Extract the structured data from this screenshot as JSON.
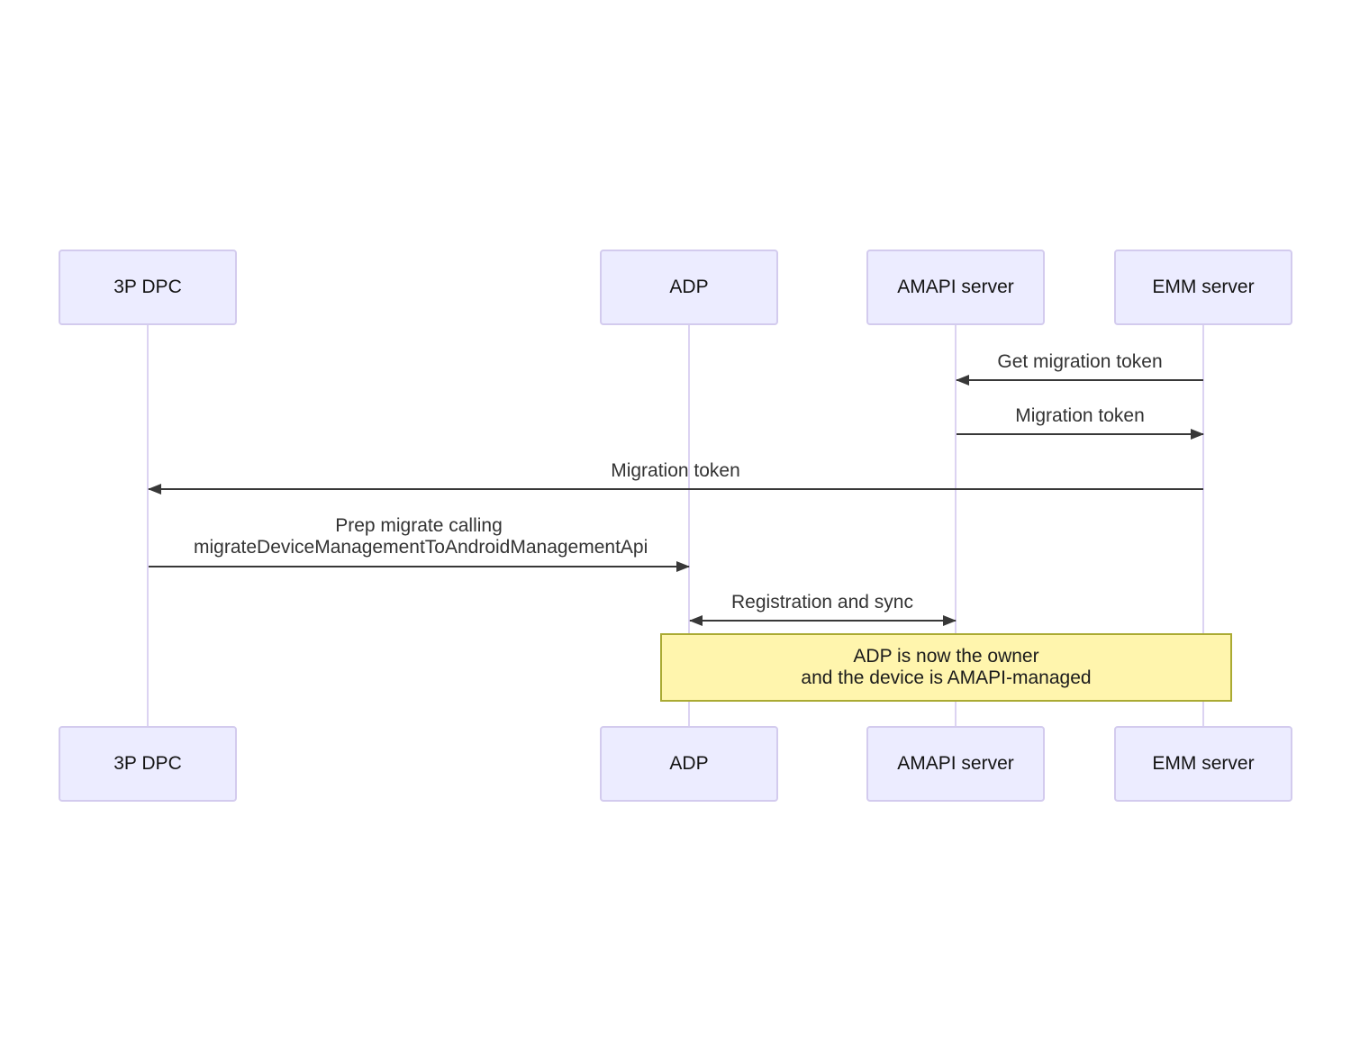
{
  "diagram_type": "sequence-diagram",
  "actors": [
    {
      "label": "3P DPC"
    },
    {
      "label": "ADP"
    },
    {
      "label": "AMAPI server"
    },
    {
      "label": "EMM server"
    }
  ],
  "messages": [
    {
      "from": "EMM server",
      "to": "AMAPI server",
      "direction": "left",
      "lines": [
        "Get migration token"
      ]
    },
    {
      "from": "AMAPI server",
      "to": "EMM server",
      "direction": "right",
      "lines": [
        "Migration token"
      ]
    },
    {
      "from": "EMM server",
      "to": "3P DPC",
      "direction": "left",
      "lines": [
        "Migration token"
      ]
    },
    {
      "from": "3P DPC",
      "to": "ADP",
      "direction": "right",
      "lines": [
        "Prep migrate calling",
        "migrateDeviceManagementToAndroidManagementApi"
      ]
    },
    {
      "from": "ADP",
      "to": "AMAPI server",
      "direction": "both",
      "lines": [
        "Registration and sync"
      ]
    }
  ],
  "note": {
    "over": [
      "ADP",
      "EMM server"
    ],
    "lines": [
      "ADP is now the owner",
      "and the device is AMAPI-managed"
    ]
  },
  "colors": {
    "actor_fill": "#ECECFF",
    "actor_border": "#D3CBEE",
    "lifeline": "#DCD3F2",
    "note_fill": "#FFF5AD",
    "note_border": "#AAAA33",
    "arrow": "#383838",
    "message_text": "#333333",
    "actor_text": "#131313"
  }
}
